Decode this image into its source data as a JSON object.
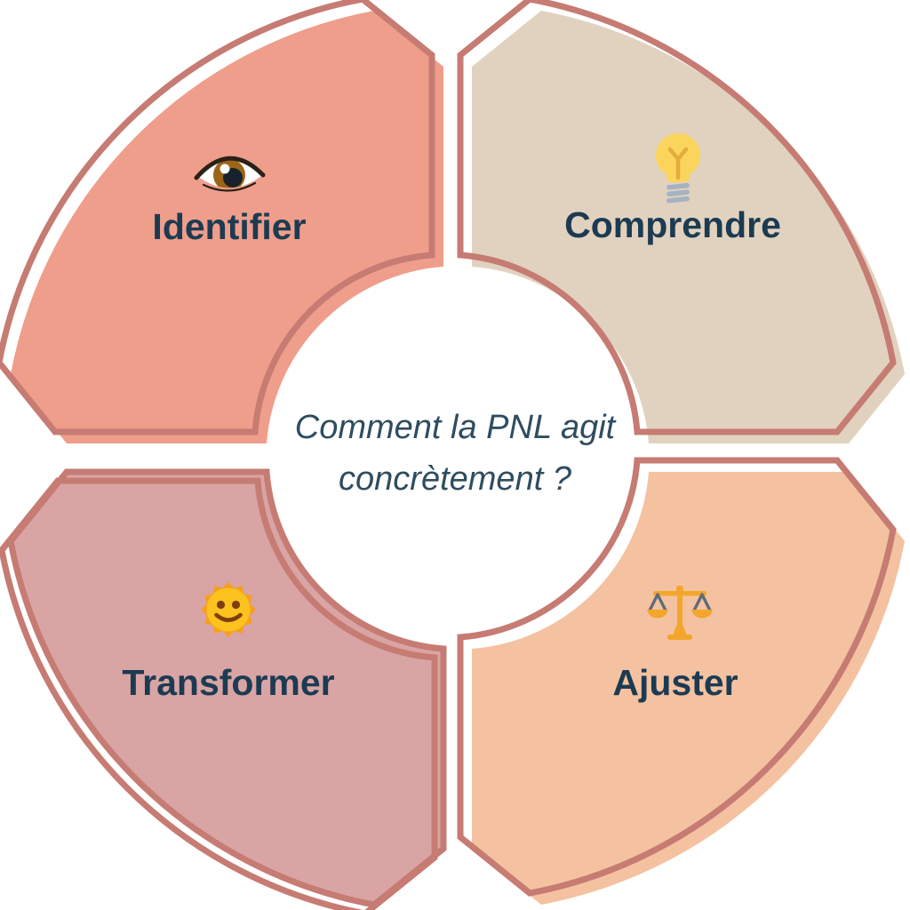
{
  "diagram": {
    "center_question": {
      "line1": "Comment la PNL agit",
      "line2": "concrètement ?"
    },
    "quadrants": [
      {
        "label": "Identifier",
        "icon": "eye-icon",
        "position": "top-left",
        "fill": "#EF9E8B"
      },
      {
        "label": "Comprendre",
        "icon": "lightbulb-icon",
        "position": "top-right",
        "fill": "#E1D2BF"
      },
      {
        "label": "Transformer",
        "icon": "sun-face-icon",
        "position": "bottom-left",
        "fill": "#D9A4A4"
      },
      {
        "label": "Ajuster",
        "icon": "balance-scale-icon",
        "position": "bottom-right",
        "fill": "#F4C2A0"
      }
    ],
    "colors": {
      "outline": "#C67B73",
      "label_text": "#1C3B52",
      "center_text": "#2F4D60",
      "background": "#FFFFFF"
    }
  }
}
